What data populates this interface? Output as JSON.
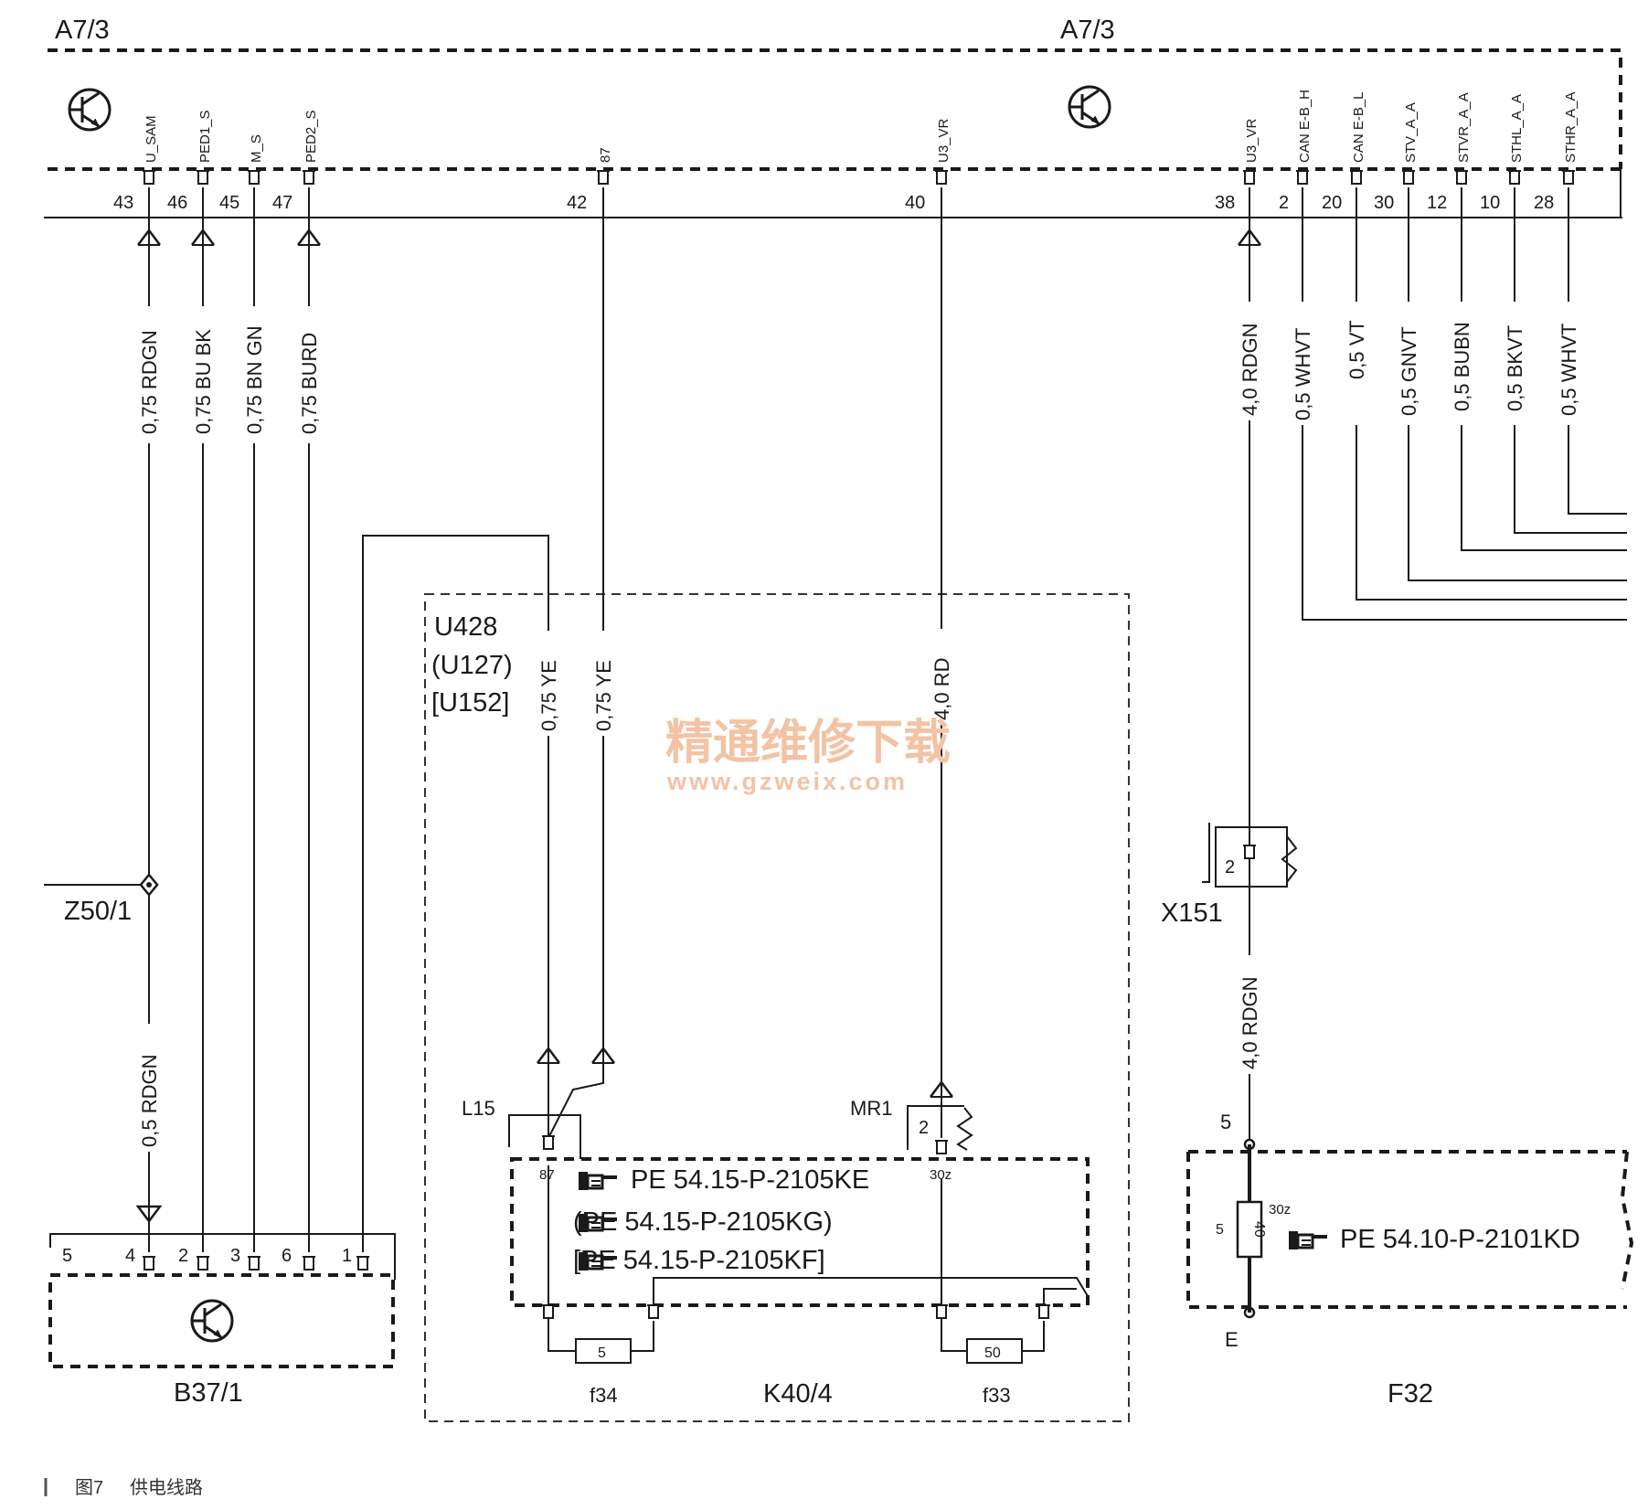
{
  "ecu": {
    "label_left": "A7/3",
    "label_right": "A7/3",
    "pins": [
      {
        "signal": "U_SAM",
        "num": "43"
      },
      {
        "signal": "PED1_S",
        "num": "46"
      },
      {
        "signal": "M_S",
        "num": "45"
      },
      {
        "signal": "PED2_S",
        "num": "47"
      },
      {
        "signal": "87",
        "num": "42"
      },
      {
        "signal": "U3_VR",
        "num": "40"
      },
      {
        "signal": "U3_VR",
        "num": "38"
      },
      {
        "signal": "CAN E-B_H",
        "num": "2"
      },
      {
        "signal": "CAN E-B_L",
        "num": "20"
      },
      {
        "signal": "STV_A_A",
        "num": "30"
      },
      {
        "signal": "STVR_A_A",
        "num": "12"
      },
      {
        "signal": "STHL_A_A",
        "num": "10"
      },
      {
        "signal": "STHR_A_A",
        "num": "28"
      }
    ]
  },
  "wires": [
    "0,75 RDGN",
    "0,75 BU BK",
    "0,75 BN GN",
    "0,75 BURD",
    "4,0 RDGN",
    "0,5 WHVT",
    "0,5 VT",
    "0,5 GNVT",
    "0,5 BUBN",
    "0,5 BKVT",
    "0,5 WHVT",
    "0,75 YE",
    "0,75 YE",
    "4,0 RD",
    "4,0 RDGN",
    "0,5 RDGN"
  ],
  "module_u428": {
    "lines": [
      "U428",
      "(U127)",
      "[U152]"
    ]
  },
  "relay_k40": {
    "label": "K40/4",
    "l15": "L15",
    "mr1": "MR1",
    "pin87": "87",
    "pin30z": "30z",
    "pin2": "2",
    "refs": [
      "PE 54.15-P-2105KE",
      "(PE 54.15-P-2105KG)",
      "[PE 54.15-P-2105KF]"
    ],
    "fuse_f34": {
      "label": "f34",
      "value": "5"
    },
    "fuse_f33": {
      "label": "f33",
      "value": "50"
    }
  },
  "z50": {
    "label": "Z50/1"
  },
  "x151": {
    "label": "X151",
    "pin": "2"
  },
  "sensor_b37": {
    "label": "B37/1",
    "pins": [
      "5",
      "4",
      "2",
      "3",
      "6",
      "1"
    ]
  },
  "fuse_f32": {
    "label": "F32",
    "pin_top": "5",
    "pin_bottom": "E",
    "pin_side": "5",
    "rating": "40",
    "pin30z": "30z",
    "ref": "PE 54.10-P-2101KD"
  },
  "watermark": {
    "line1": "精通维修下载",
    "line2": "www.gzweix.com"
  },
  "caption": {
    "figure": "图7",
    "title": "供电线路"
  }
}
